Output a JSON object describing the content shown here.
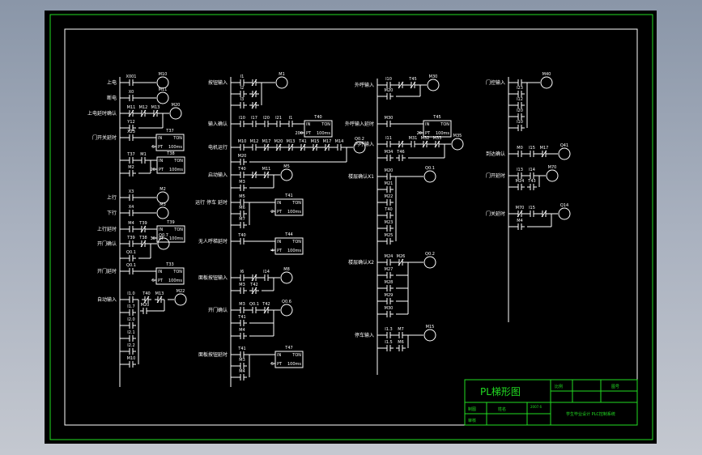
{
  "title_block": {
    "title": "PL梯形图",
    "cells": {
      "r1c1": "比例",
      "r1c3": "图号",
      "r3c1": "制图",
      "r3c2": "姓名",
      "r3c3": "2007.6",
      "r4c1": "审核",
      "school": "学生毕业设计 PLC控制系统"
    }
  },
  "colors": {
    "frame_outer": "#22dd22",
    "frame_inner": "#ffffff",
    "ink": "#ffffff",
    "canvas": "#000000"
  },
  "columns": [
    {
      "rungs": [
        {
          "label": "上电",
          "contacts": [
            {
              "t": "NO",
              "n": "X001"
            }
          ],
          "out": {
            "t": "coil",
            "n": "M10"
          }
        },
        {
          "label": "断电",
          "contacts": [
            {
              "t": "NO",
              "n": "X0"
            }
          ],
          "out": {
            "t": "coil",
            "n": "M11"
          }
        },
        {
          "label": "上电延时确认",
          "contacts": [
            {
              "t": "NC",
              "n": "M11"
            },
            {
              "t": "NC",
              "n": "M12"
            },
            {
              "t": "NC",
              "n": "M13"
            }
          ],
          "branches": [
            [
              {
                "t": "NO",
                "n": "Y12"
              }
            ]
          ],
          "out": {
            "t": "coil",
            "n": "M20"
          }
        },
        {
          "label": "门开关延时",
          "contacts": [
            {
              "t": "NO",
              "n": "X23"
            }
          ],
          "out": {
            "t": "timer",
            "n": "T37",
            "k": "5"
          }
        },
        {
          "label": "",
          "contacts": [
            {
              "t": "NO",
              "n": "T37"
            },
            {
              "t": "NO",
              "n": "M1"
            }
          ],
          "branches": [
            [
              {
                "t": "NO",
                "n": "M2"
              }
            ]
          ],
          "out": {
            "t": "timer",
            "n": "T38",
            "k": "20"
          }
        },
        {
          "label": "上行",
          "contacts": [
            {
              "t": "NO",
              "n": "X3"
            }
          ],
          "out": {
            "t": "coil",
            "n": "M2"
          }
        },
        {
          "label": "下行",
          "contacts": [
            {
              "t": "NO",
              "n": "X4"
            }
          ],
          "out": {
            "t": "coil",
            "n": "M3"
          }
        },
        {
          "label": "上行延时",
          "contacts": [
            {
              "t": "NO",
              "n": "M4"
            },
            {
              "t": "NC",
              "n": "T39"
            }
          ],
          "out": {
            "t": "timer",
            "n": "T39",
            "k": "30"
          }
        },
        {
          "label": "开门确认",
          "contacts": [
            {
              "t": "NO",
              "n": "T39"
            },
            {
              "t": "NC",
              "n": "T38"
            }
          ],
          "branches": [
            [
              {
                "t": "NO",
                "n": "Q0.1"
              }
            ]
          ],
          "out": {
            "t": "coil",
            "n": "Q0.7"
          }
        },
        {
          "label": "开门延时",
          "contacts": [
            {
              "t": "NO",
              "n": "Q0.1"
            }
          ],
          "out": {
            "t": "timer",
            "n": "T33",
            "k": "5"
          }
        },
        {
          "label": "自动输入",
          "contacts": [
            {
              "t": "NO",
              "n": "I1.0"
            }
          ],
          "branches": [
            [
              {
                "t": "NO",
                "n": "I1.7"
              }
            ],
            [
              {
                "t": "NO",
                "n": "I2.0"
              }
            ],
            [
              {
                "t": "NO",
                "n": "I2.1"
              }
            ],
            [
              {
                "t": "NO",
                "n": "I2.2"
              }
            ],
            [
              {
                "t": "NO",
                "n": "M10"
              }
            ]
          ],
          "tail": [
            {
              "t": "NC",
              "n": "T40"
            },
            {
              "t": "NC",
              "n": "M13"
            }
          ],
          "tailBranch": [
            {
              "t": "NO",
              "n": "M20"
            }
          ],
          "out": {
            "t": "coil",
            "n": "M22"
          }
        }
      ]
    },
    {
      "rungs": [
        {
          "label": "按钮输入",
          "contacts": [
            {
              "t": "NO",
              "n": "I1"
            },
            {
              "t": "NC",
              "n": ""
            }
          ],
          "branches": [
            [
              {
                "t": "NO",
                "n": "I2"
              },
              {
                "t": "NC",
                "n": ""
              }
            ],
            [
              {
                "t": "NO",
                "n": "I3"
              },
              {
                "t": "NC",
                "n": ""
              }
            ]
          ],
          "out": {
            "t": "coil",
            "n": "M1"
          }
        },
        {
          "label": "输入确认",
          "contacts": [
            {
              "t": "NO",
              "n": "I10"
            },
            {
              "t": "NO",
              "n": "I17"
            },
            {
              "t": "NO",
              "n": "I20"
            },
            {
              "t": "NO",
              "n": "I21"
            },
            {
              "t": "NO",
              "n": "I1"
            }
          ],
          "out": {
            "t": "timer",
            "n": "T40",
            "k": "200"
          }
        },
        {
          "label": "电机运行",
          "contacts": [
            {
              "t": "NO",
              "n": "M10"
            },
            {
              "t": "NO",
              "n": "M12"
            },
            {
              "t": "NC",
              "n": "M17"
            },
            {
              "t": "NC",
              "n": "M20"
            },
            {
              "t": "NC",
              "n": "M13"
            },
            {
              "t": "NC",
              "n": "T41"
            },
            {
              "t": "NC",
              "n": "M15"
            },
            {
              "t": "NC",
              "n": "M17"
            },
            {
              "t": "NO",
              "n": "M14"
            }
          ],
          "branches": [
            [
              {
                "t": "NO",
                "n": "M20"
              }
            ]
          ],
          "out": {
            "t": "coil",
            "n": "Q0.2"
          }
        },
        {
          "label": "启动输入",
          "contacts": [
            {
              "t": "NO",
              "n": "T40"
            },
            {
              "t": "NC",
              "n": ""
            },
            {
              "t": "NC",
              "n": "M11"
            }
          ],
          "branches": [
            [
              {
                "t": "NO",
                "n": "M3"
              }
            ]
          ],
          "out": {
            "t": "coil",
            "n": "M5"
          }
        },
        {
          "label": "运行 停车 延时",
          "contacts": [
            {
              "t": "NO",
              "n": "M5"
            }
          ],
          "branches": [
            [
              {
                "t": "NO",
                "n": "M6"
              }
            ],
            [
              {
                "t": "NO",
                "n": "M7"
              }
            ]
          ],
          "out": {
            "t": "timer",
            "n": "T41",
            "k": "2"
          }
        },
        {
          "label": "无人呼梯延时",
          "contacts": [
            {
              "t": "NO",
              "n": "T40"
            }
          ],
          "out": {
            "t": "timer",
            "n": "T44",
            "k": "4"
          }
        },
        {
          "label": "面板按钮输入",
          "contacts": [
            {
              "t": "NO",
              "n": "I6"
            },
            {
              "t": "NC",
              "n": ""
            },
            {
              "t": "NO",
              "n": "I14"
            }
          ],
          "branches": [
            [
              {
                "t": "NO",
                "n": "M3"
              },
              {
                "t": "NC",
                "n": "T42"
              }
            ]
          ],
          "out": {
            "t": "coil",
            "n": "M8"
          }
        },
        {
          "label": "开门确认",
          "contacts": [
            {
              "t": "NO",
              "n": "M3"
            },
            {
              "t": "NO",
              "n": "Q0.1"
            },
            {
              "t": "NC",
              "n": "T42"
            }
          ],
          "branches": [
            [
              {
                "t": "NO",
                "n": "T41"
              }
            ],
            [
              {
                "t": "NO",
                "n": "M4"
              }
            ]
          ],
          "out": {
            "t": "coil",
            "n": "Q0.6"
          }
        },
        {
          "label": "面板按钮延时",
          "contacts": [
            {
              "t": "NO",
              "n": "T41"
            }
          ],
          "branches": [
            [
              {
                "t": "NO",
                "n": "M3"
              }
            ],
            [
              {
                "t": "NO",
                "n": "M4"
              }
            ]
          ],
          "out": {
            "t": "timer",
            "n": "T47",
            "k": "5"
          }
        }
      ]
    },
    {
      "rungs": [
        {
          "label": "外呼输入",
          "contacts": [
            {
              "t": "NO",
              "n": "I10"
            },
            {
              "t": "NC",
              "n": ""
            },
            {
              "t": "NC",
              "n": "T45"
            }
          ],
          "branches": [
            [
              {
                "t": "NO",
                "n": "M20"
              }
            ]
          ],
          "out": {
            "t": "coil",
            "n": "M30"
          }
        },
        {
          "label": "外呼输入延时",
          "contacts": [
            {
              "t": "NO",
              "n": "M30"
            }
          ],
          "out": {
            "t": "timer",
            "n": "T45",
            "k": "20"
          }
        },
        {
          "label": "内呼输入",
          "contacts": [
            {
              "t": "NO",
              "n": "I11"
            },
            {
              "t": "NC",
              "n": ""
            },
            {
              "t": "NO",
              "n": "M31"
            },
            {
              "t": "NC",
              "n": "M32"
            },
            {
              "t": "NC",
              "n": "M33"
            }
          ],
          "branches": [
            [
              {
                "t": "NO",
                "n": "M34"
              },
              {
                "t": "NO",
                "n": "T46"
              }
            ]
          ],
          "out": {
            "t": "coil",
            "n": "M35"
          }
        },
        {
          "label": "楼层确认X1",
          "contacts": [
            {
              "t": "NO",
              "n": "M20"
            }
          ],
          "branches": [
            [
              {
                "t": "NO",
                "n": "M21"
              }
            ],
            [
              {
                "t": "NO",
                "n": "M22"
              }
            ],
            [
              {
                "t": "NO",
                "n": "T40"
              }
            ],
            [
              {
                "t": "NO",
                "n": "M23"
              }
            ],
            [
              {
                "t": "NO",
                "n": "M25"
              }
            ]
          ],
          "out": {
            "t": "coil",
            "n": "Q0.1"
          }
        },
        {
          "label": "楼层确认X2",
          "contacts": [
            {
              "t": "NO",
              "n": "M24"
            },
            {
              "t": "NC",
              "n": "M26"
            }
          ],
          "branches": [
            [
              {
                "t": "NO",
                "n": "M27"
              }
            ],
            [
              {
                "t": "NO",
                "n": "M28"
              }
            ],
            [
              {
                "t": "NO",
                "n": "M29"
              }
            ],
            [
              {
                "t": "NO",
                "n": "M30"
              }
            ]
          ],
          "out": {
            "t": "coil",
            "n": "Q0.2"
          }
        },
        {
          "label": "停车输入",
          "contacts": [
            {
              "t": "NO",
              "n": "I1.3"
            },
            {
              "t": "NO",
              "n": "M7"
            }
          ],
          "branches": [
            [
              {
                "t": "NO",
                "n": "I1.5"
              },
              {
                "t": "NO",
                "n": "M6"
              }
            ]
          ],
          "out": {
            "t": "coil",
            "n": "M15"
          }
        }
      ]
    },
    {
      "rungs": [
        {
          "label": "门控输入",
          "contacts": [
            {
              "t": "NO",
              "n": ""
            }
          ],
          "branches": [
            [
              {
                "t": "NO",
                "n": "I23"
              }
            ],
            [
              {
                "t": "NO",
                "n": "I12"
              }
            ],
            [
              {
                "t": "NO",
                "n": "I20"
              }
            ],
            [
              {
                "t": "NO",
                "n": "I10"
              }
            ]
          ],
          "out": {
            "t": "coil",
            "n": "M40"
          }
        },
        {
          "label": "到达确认",
          "contacts": [
            {
              "t": "NO",
              "n": "M0"
            },
            {
              "t": "NO",
              "n": "I15"
            },
            {
              "t": "NC",
              "n": "M17"
            }
          ],
          "out": {
            "t": "coil",
            "n": "Q41"
          }
        },
        {
          "label": "门开延时",
          "contacts": [
            {
              "t": "NO",
              "n": "I13"
            },
            {
              "t": "NO",
              "n": "I14"
            }
          ],
          "branches": [
            [
              {
                "t": "NO",
                "n": "M24"
              },
              {
                "t": "NO",
                "n": "T43"
              }
            ]
          ],
          "out": {
            "t": "coil",
            "n": "M70"
          }
        },
        {
          "label": "门关延时",
          "contacts": [
            {
              "t": "NC",
              "n": "M70"
            },
            {
              "t": "NO",
              "n": "I15"
            },
            {
              "t": "NC",
              "n": ""
            }
          ],
          "branches": [
            [
              {
                "t": "NO",
                "n": "M4"
              }
            ]
          ],
          "out": {
            "t": "coil",
            "n": "Q14"
          }
        }
      ]
    }
  ]
}
